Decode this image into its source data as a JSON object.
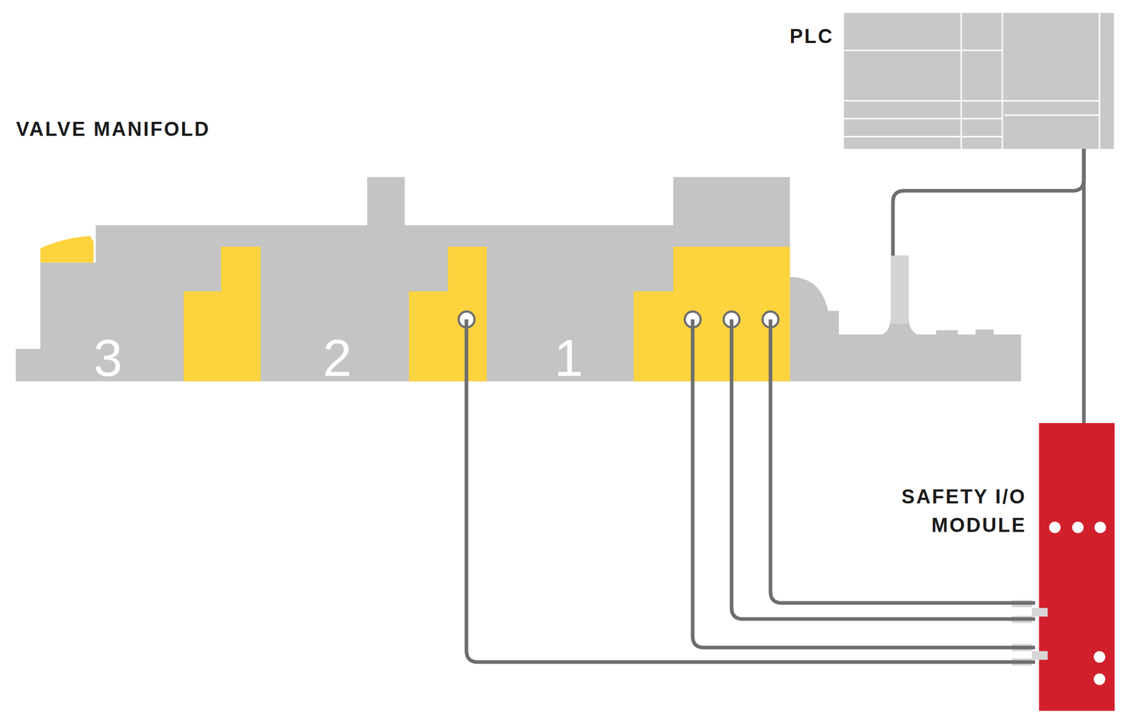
{
  "diagram": {
    "nodes": [
      {
        "text": [
          "PLC"
        ]
      },
      {
        "text": [
          "VALVE MANIFOLD"
        ]
      },
      {
        "text": [
          "SAFETY I/O MODULE"
        ]
      }
    ],
    "edges": [
      {
        "from": 0,
        "to": 1,
        "arrow": "none"
      },
      {
        "from": 0,
        "to": 2,
        "arrow": "none"
      },
      {
        "from": 1,
        "to": 2,
        "arrow": "none"
      },
      {
        "from": 1,
        "to": 2,
        "arrow": "none"
      },
      {
        "from": 1,
        "to": 2,
        "arrow": "none"
      },
      {
        "from": 1,
        "to": 2,
        "arrow": "none"
      }
    ],
    "labels": [
      "3",
      "2",
      "1"
    ]
  }
}
